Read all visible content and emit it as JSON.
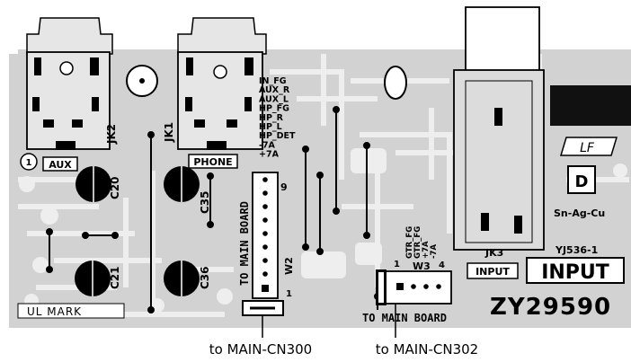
{
  "connectors": {
    "jk2": "JK2",
    "jk1": "JK1",
    "jk3": "JK3",
    "aux_box": "AUX",
    "phone_box": "PHONE",
    "input_box_small": "INPUT",
    "input_box_large": "INPUT"
  },
  "pin_labels": [
    "IN_FG",
    "AUX_R",
    "AUX_L",
    "HP_FG",
    "HP_R",
    "HP_L",
    "HP_DET",
    "-7A",
    "+7A"
  ],
  "w3_pin_labels": [
    "GTR_FG",
    "GTR_FG",
    "+7A",
    "-7A"
  ],
  "components": {
    "c20": "C20",
    "c35": "C35",
    "c21": "C21",
    "c36": "C36"
  },
  "w2": {
    "label": "W2",
    "pin_9": "9",
    "pin_1": "1",
    "side_text": "TO MAIN BOARD"
  },
  "w3": {
    "label": "W3",
    "pin_1": "1",
    "pin_4": "4",
    "bottom_text": "TO MAIN BOARD"
  },
  "markings": {
    "circle_1": "1",
    "lf": "LF",
    "d_mark": "D",
    "alloy": "Sn-Ag-Cu",
    "board_code": "YJ536-1",
    "ul_mark": "UL MARK",
    "part_number": "ZY29590"
  },
  "callouts": {
    "left": "to MAIN-CN300",
    "right": "to MAIN-CN302"
  },
  "colors": {
    "board": "#d2d2d2",
    "trace": "#eeeeee",
    "ink": "#000000"
  }
}
